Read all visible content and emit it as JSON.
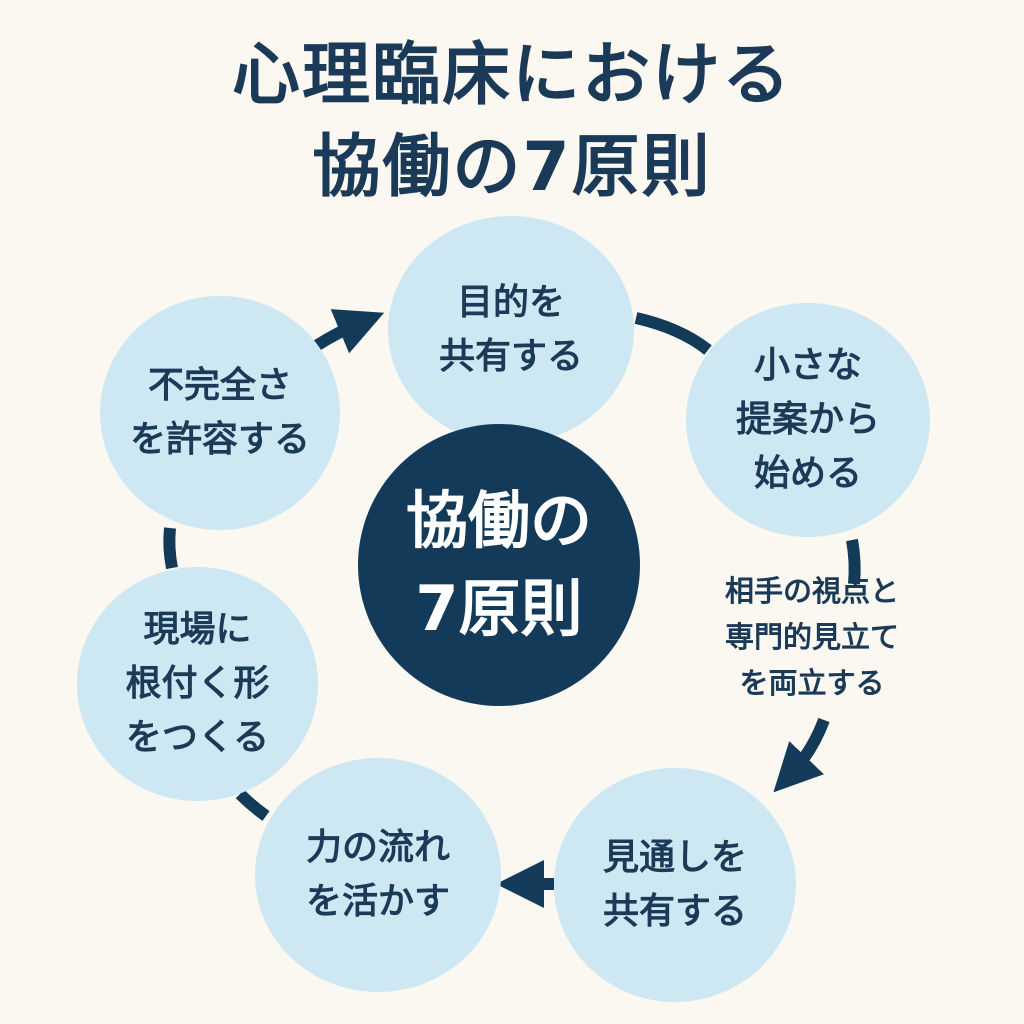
{
  "title": {
    "line1": "心理臨床における",
    "line2": "協働の7原則"
  },
  "center": {
    "line1": "協働の",
    "line2": "7原則"
  },
  "principles": [
    {
      "lines": [
        "目的を",
        "共有する"
      ]
    },
    {
      "lines": [
        "小さな",
        "提案から",
        "始める"
      ]
    },
    {
      "lines": [
        "相手の視点と",
        "専門的見立て",
        "を両立する"
      ]
    },
    {
      "lines": [
        "見通しを",
        "共有する"
      ]
    },
    {
      "lines": [
        "力の流れ",
        "を活かす"
      ]
    },
    {
      "lines": [
        "現場に",
        "根付く形",
        "をつくる"
      ]
    },
    {
      "lines": [
        "不完全さ",
        "を許容する"
      ]
    }
  ],
  "colors": {
    "navy": "#143a59",
    "circle_fill": "#cde7f3",
    "background": "#fbf8f1"
  }
}
